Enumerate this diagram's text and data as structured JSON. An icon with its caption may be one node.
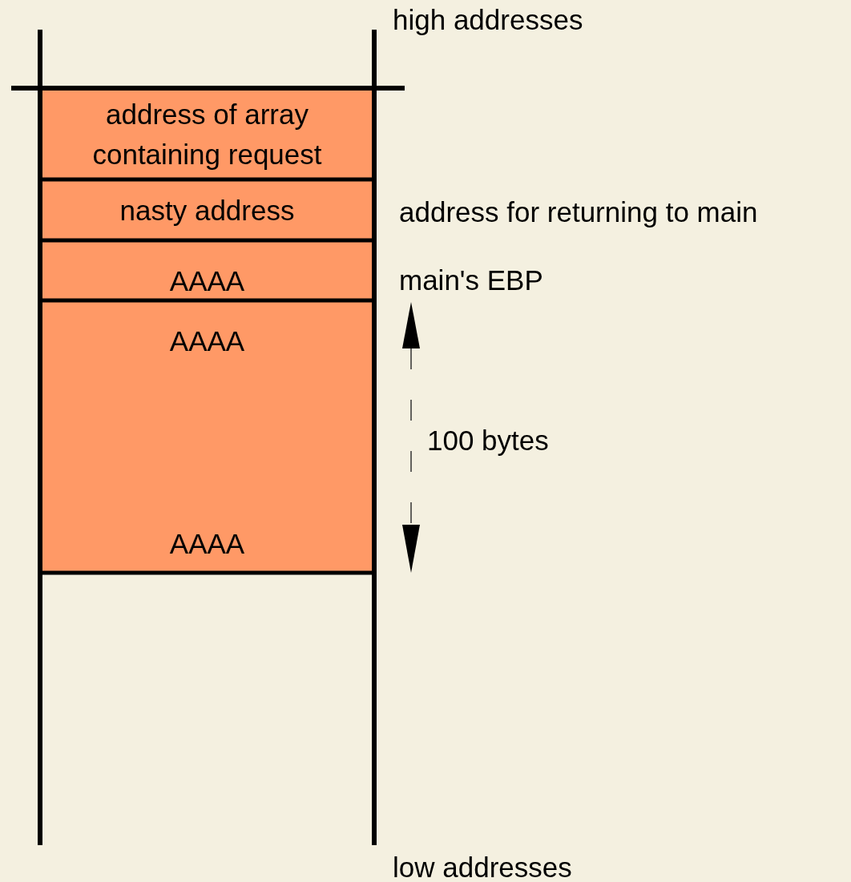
{
  "diagram": {
    "nodes": [
      {
        "text": [
          "address of array containing request"
        ]
      },
      {
        "text": [
          "nasty address"
        ]
      },
      {
        "text": [
          "AAAA"
        ]
      },
      {
        "text": [
          "AAAA",
          "AAAA"
        ]
      }
    ],
    "labels": [
      "high addresses",
      "address for returning to main",
      "main's EBP",
      "100 bytes",
      "low addresses"
    ]
  }
}
